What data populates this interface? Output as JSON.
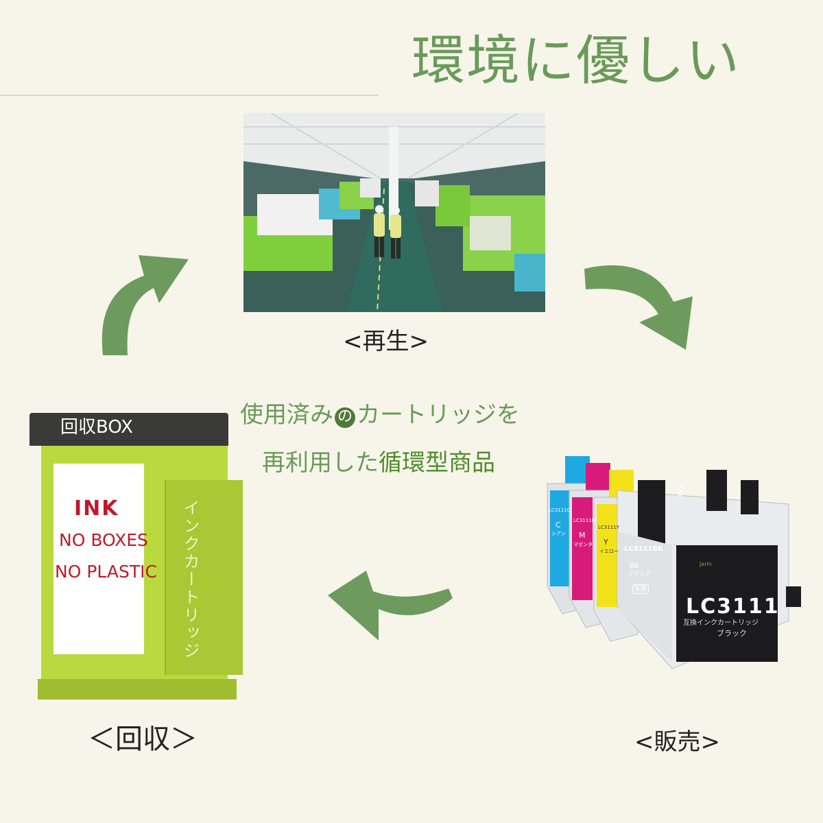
{
  "heading": "環境に優しい",
  "stages": {
    "regenerate": "<再生>",
    "collect": "＜回収＞",
    "sale": "<販売>"
  },
  "message": {
    "line1_part1": "使用済み",
    "line1_badge": "の",
    "line1_part2": "カートリッジを",
    "line2_part1": "再利用した",
    "line2_emphasis": "循環型商品"
  },
  "recycle_box": {
    "lid_label": "回収BOX",
    "panel_title": "INK",
    "panel_line1": "NO BOXES",
    "panel_line2": "NO PLASTIC",
    "side_label": "インクカートリッジ"
  },
  "cartridges": {
    "model": "LC3111",
    "subtitle": "互換インクカートリッジ",
    "color_label": "ブラック",
    "bk_code": "LC3111BK",
    "bk_short": "BK",
    "bk_kana": "ブラック",
    "compat_badge": "互換",
    "pull_label": "PULL",
    "brand_mark": "Jarin",
    "colors": [
      {
        "code": "LC3111C",
        "letter": "C",
        "kana": "シアン",
        "hex": "#1fa9e1"
      },
      {
        "code": "LC3111M",
        "letter": "M",
        "kana": "マゼンタ",
        "hex": "#d81b7a"
      },
      {
        "code": "LC3111Y",
        "letter": "Y",
        "kana": "イエロー",
        "hex": "#f3e21a"
      }
    ]
  },
  "colors": {
    "background": "#f7f5ea",
    "accent_green": "#6a9a5a",
    "arrow_green": "#6d9b5d",
    "box_green": "#b9da3e",
    "ink_red": "#c0182b"
  }
}
